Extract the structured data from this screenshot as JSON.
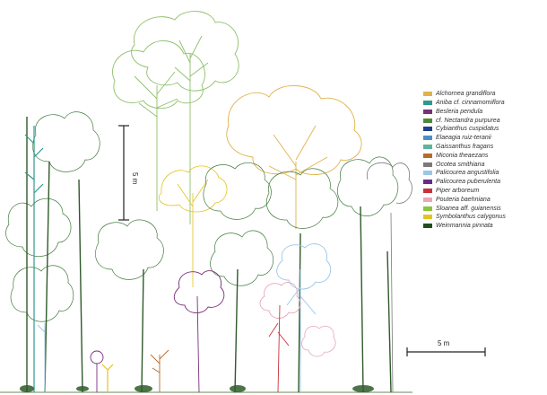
{
  "scale_bars": {
    "vertical_label": "5 m",
    "horizontal_label": "5 m"
  },
  "legend": {
    "items": [
      {
        "label": "Alchornea grandiflora",
        "color": "#e0b24a"
      },
      {
        "label": "Aniba cf. cinnamomiflora",
        "color": "#2f9a8c"
      },
      {
        "label": "Besleria pendula",
        "color": "#7a2f7a"
      },
      {
        "label": "cf. Nectandra purpurea",
        "color": "#4f8a3a"
      },
      {
        "label": "Cybianthus cuspidatus",
        "color": "#1f3f8a"
      },
      {
        "label": "Elaeagia ruiz-teranii",
        "color": "#4a90c8"
      },
      {
        "label": "Gaissanthus fragans",
        "color": "#5fb39a"
      },
      {
        "label": "Miconia theaezans",
        "color": "#b86a2a"
      },
      {
        "label": "Ocotea smithiana",
        "color": "#7a7a7a"
      },
      {
        "label": "Palicourea angustifolia",
        "color": "#9cc6e6"
      },
      {
        "label": "Palicourea puberulenta",
        "color": "#6a2a8a"
      },
      {
        "label": "Piper arboreum",
        "color": "#c8323c"
      },
      {
        "label": "Pouteria baehniana",
        "color": "#e7a8b8"
      },
      {
        "label": "Sloanea aff. guianensis",
        "color": "#8ac43a"
      },
      {
        "label": "Symbolanthus calygonus",
        "color": "#e6c21e"
      },
      {
        "label": "Weinmannia pinnata",
        "color": "#1f4f1f"
      }
    ]
  }
}
